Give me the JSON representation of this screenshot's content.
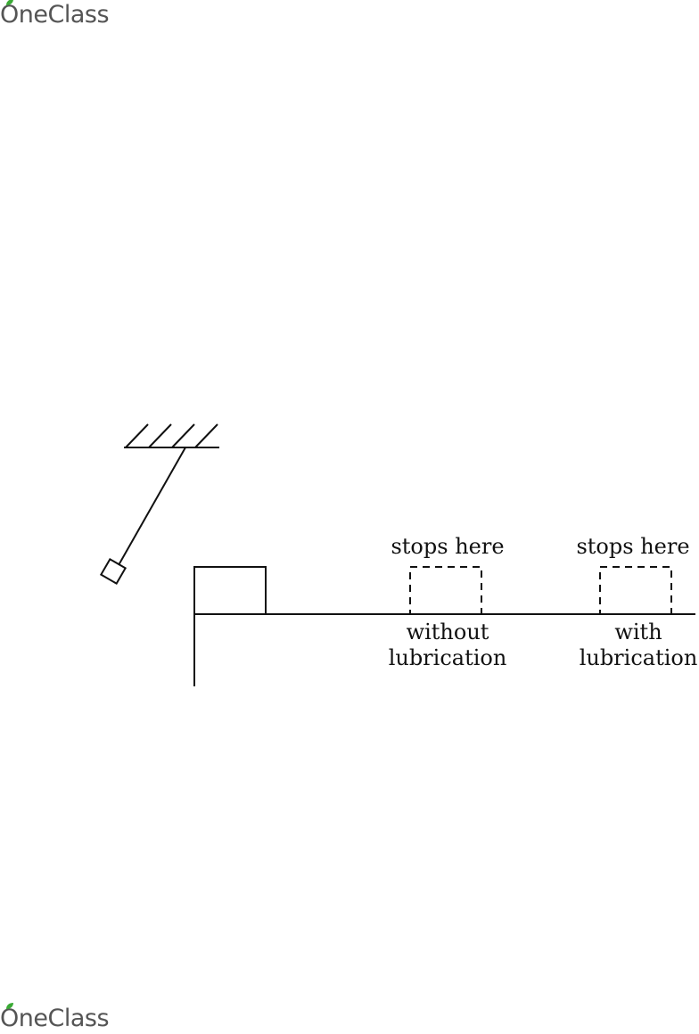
{
  "brand": {
    "logo_text": "OneClass",
    "leaf_color": "#3aaa35"
  },
  "diagram": {
    "stop_label": "stops here",
    "without_label_line1": "without",
    "without_label_line2": "lubrication",
    "with_label_line1": "with",
    "with_label_line2": "lubrication",
    "line_color": "#111111"
  }
}
